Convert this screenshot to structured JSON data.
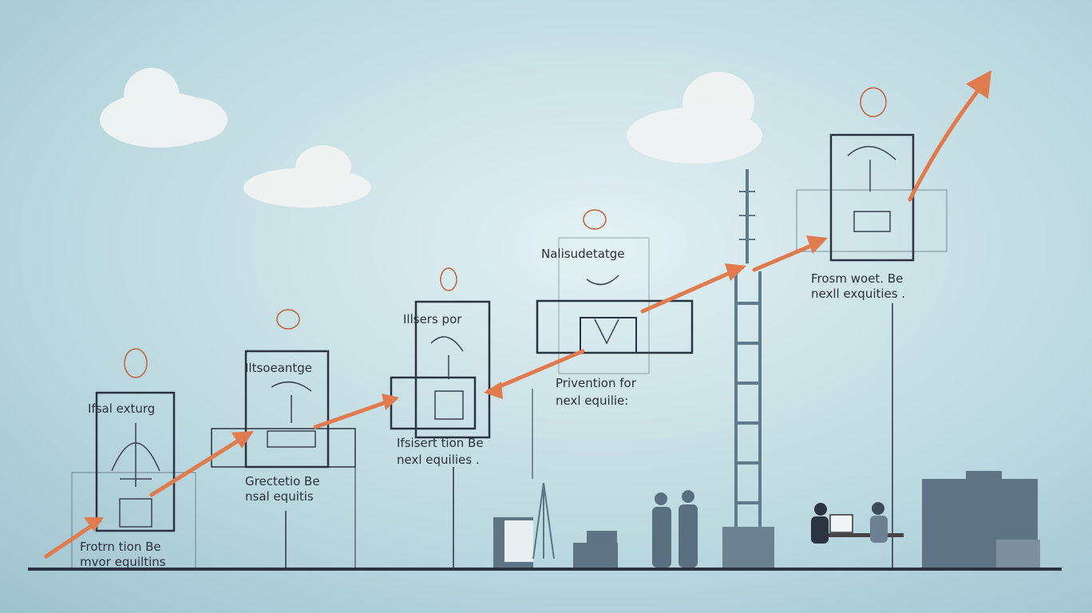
{
  "colors": {
    "sky_top": "#c6e0e6",
    "sky_bottom": "#a9ccd6",
    "arrow": "#e07a4f",
    "line": "#2b3340",
    "building": "#5f7484"
  },
  "stages": [
    {
      "title": "Ifsal exturg",
      "caption_1": "Frotrn tion Be",
      "caption_2": "mvor equiltins"
    },
    {
      "title": "Iltsoeantge",
      "caption_1": "Grectetio Be",
      "caption_2": "nsal equitis"
    },
    {
      "title": "Illsers por",
      "caption_1": "Ifsisert tion Be",
      "caption_2": "nexl equilies ."
    },
    {
      "title": "Nalisudetatge",
      "caption_1": "Privention for",
      "caption_2": "nexl equilie:"
    },
    {
      "title": "",
      "caption_1": "Frosm woet. Be",
      "caption_2": "nexll exquities ."
    }
  ]
}
